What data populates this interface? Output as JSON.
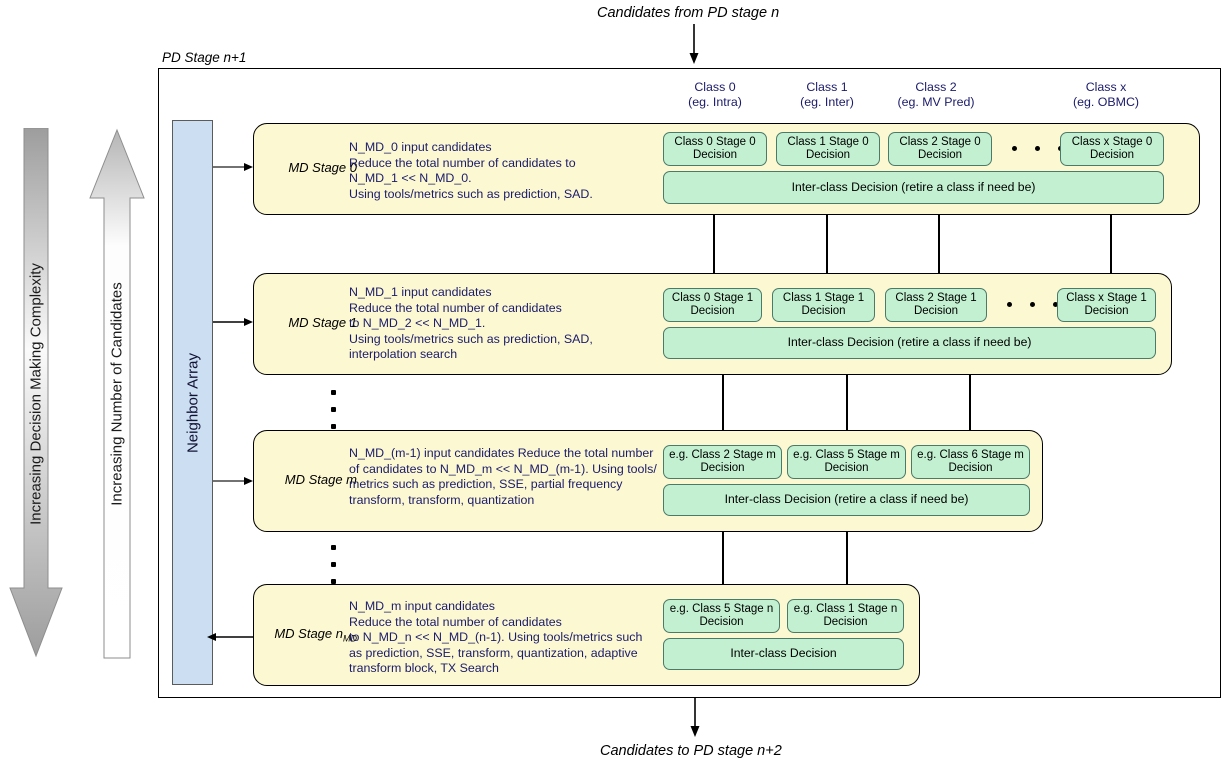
{
  "top_caption": "Candidates from PD stage n",
  "bottom_caption": "Candidates to PD stage n+2",
  "pd_frame_label": "PD Stage n+1",
  "neighbor_array": {
    "label": "Neighbor Array"
  },
  "left_axes": [
    {
      "name": "complexity-arrow",
      "label": "Increasing Decision Making Complexity",
      "direction": "down",
      "fill": "#9a9a9a"
    },
    {
      "name": "candidates-arrow",
      "label": "Increasing Number of Candidates",
      "direction": "up",
      "fill": "#ffffff"
    }
  ],
  "class_headers": [
    {
      "title": "Class 0",
      "example": "(eg. Intra)"
    },
    {
      "title": "Class 1",
      "example": "(eg. Inter)"
    },
    {
      "title": "Class 2",
      "example": "(eg. MV Pred)"
    },
    {
      "title": "Class x",
      "example": "(eg. OBMC)"
    }
  ],
  "colors": {
    "stage_fill": "#fcf8d2",
    "decision_fill": "#c2f0d0",
    "neighbor_fill": "#ccdff2",
    "text_blue": "#1b1b6b"
  },
  "stages": [
    {
      "id": "md-stage-0",
      "name": "MD Stage 0",
      "name_sub": "",
      "description": "N_MD_0 input candidates\nReduce the total number of candidates to\nN_MD_1 << N_MD_0.\nUsing tools/metrics such as prediction, SAD.",
      "decisions": [
        "Class 0 Stage 0\nDecision",
        "Class 1 Stage 0\nDecision",
        "Class 2 Stage 0\nDecision",
        "Class x Stage 0\nDecision"
      ],
      "has_ellipsis": true,
      "interclass": "Inter-class Decision (retire a class if need be)"
    },
    {
      "id": "md-stage-1",
      "name": "MD Stage 1",
      "name_sub": "",
      "description": "N_MD_1 input candidates\nReduce the total number of candidates\nto N_MD_2 << N_MD_1.\nUsing tools/metrics such as prediction, SAD,\ninterpolation search",
      "decisions": [
        "Class 0 Stage 1\nDecision",
        "Class 1 Stage 1\nDecision",
        "Class 2 Stage 1\nDecision",
        "Class x Stage 1\nDecision"
      ],
      "has_ellipsis": true,
      "interclass": "Inter-class Decision (retire a class if need be)"
    },
    {
      "id": "md-stage-m",
      "name": "MD Stage m",
      "name_sub": "",
      "description": "N_MD_(m-1) input candidates Reduce the total number\nof candidates to N_MD_m << N_MD_(m-1). Using tools/\nmetrics such as prediction, SSE, partial frequency\ntransform, transform, quantization",
      "decisions": [
        "e.g. Class 2 Stage m\nDecision",
        "e.g. Class 5 Stage m\nDecision",
        "e.g. Class 6 Stage m\nDecision"
      ],
      "has_ellipsis": false,
      "interclass": "Inter-class Decision (retire a class if need be)"
    },
    {
      "id": "md-stage-n",
      "name": "MD Stage n",
      "name_sub": "MD",
      "description": "N_MD_m input candidates\nReduce the total number of candidates\nto N_MD_n << N_MD_(n-1). Using tools/metrics such\nas prediction, SSE, transform, quantization, adaptive\ntransform block, TX Search",
      "decisions": [
        "e.g. Class 5 Stage n\nDecision",
        "e.g. Class 1 Stage n\nDecision"
      ],
      "has_ellipsis": false,
      "interclass": "Inter-class Decision"
    }
  ],
  "vertical_ellipses": [
    "dots-between-stage1-and-m",
    "dots-between-stagem-and-n"
  ]
}
